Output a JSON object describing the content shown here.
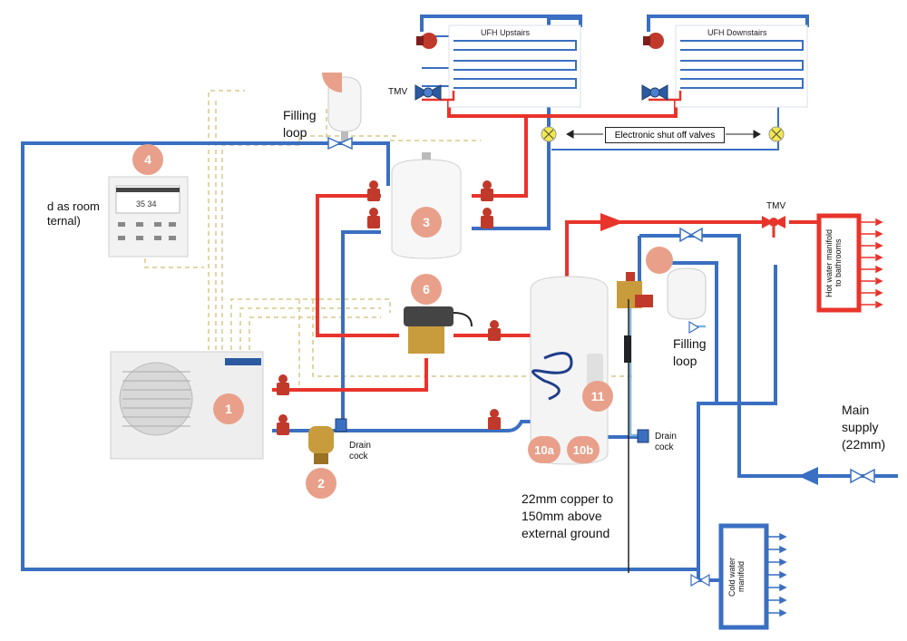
{
  "labels": {
    "ufh_upstairs": "UFH Upstairs",
    "ufh_downstairs": "UFH Downstairs",
    "tmv_left": "TMV",
    "tmv_right": "TMV",
    "filling_loop_top": "Filling\nloop",
    "filling_loop_right": "Filling\nloop",
    "room_text": "d as room\nternal)",
    "electronic_valves": "Electronic shut off valves",
    "drain_cock_left": "Drain\ncock",
    "drain_cock_right": "Drain\ncock",
    "main_supply": "Main\nsupply\n(22mm)",
    "copper_note": "22mm copper to\n150mm above\nexternal ground",
    "hot_manifold": "Hot water manifold\nto bathrooms",
    "cold_manifold": "Cold water\nmanifold",
    "controller_temp": "35 34"
  },
  "badges": [
    "1",
    "2",
    "3",
    "4",
    "6",
    "11",
    "10a",
    "10b"
  ],
  "colors": {
    "hot": "#e8342b",
    "cold": "#3a6fc2",
    "dashed": "#d8c98a",
    "badge": "#e9a08a"
  }
}
